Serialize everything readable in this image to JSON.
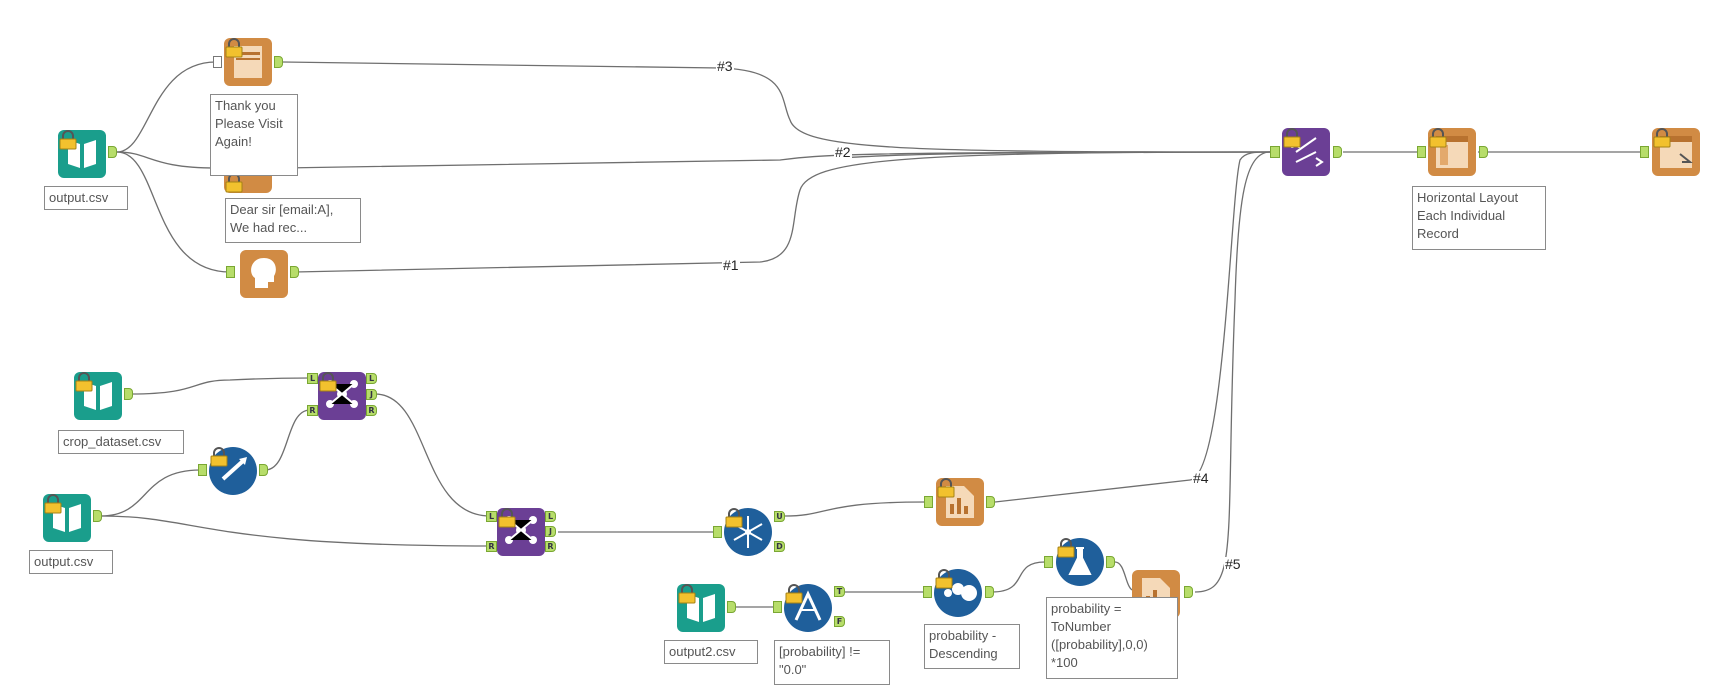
{
  "canvas": {
    "connection_labels": {
      "c1": "#1",
      "c2": "#2",
      "c3": "#3",
      "c4": "#4",
      "c5": "#5"
    }
  },
  "annotations": {
    "output_top": "output.csv",
    "thank_you": "Thank you\nPlease Visit\nAgain!",
    "dear_sir": "Dear sir [email:A],\nWe had rec...",
    "horizontal_layout": "Horizontal Layout\nEach Individual\nRecord",
    "crop_dataset": "crop_dataset.csv",
    "output_bottom": "output.csv",
    "output2": "output2.csv",
    "filter_expr": "[probability] !=\n\"0.0\"",
    "sort_expr": "probability -\nDescending",
    "formula_expr": "probability =\nToNumber\n([probability],0,0)\n*100"
  },
  "anchors": {
    "L": "L",
    "J": "J",
    "R": "R",
    "U": "U",
    "D": "D",
    "T": "T",
    "F": "F"
  },
  "colors": {
    "input_teal": "#1a9e8c",
    "reporting_orange": "#d18b44",
    "join_purple": "#6b3f95",
    "prep_blue": "#1f5f9b",
    "anchor_green": "#b7dd6a"
  },
  "icons": [
    "input-data-icon",
    "text-report-icon",
    "email-report-icon",
    "image-report-icon",
    "layout-icon",
    "render-icon",
    "join-icon",
    "formula-icon",
    "union-icon",
    "unique-icon",
    "filter-icon",
    "sort-icon",
    "chart-icon",
    "lock-icon"
  ]
}
